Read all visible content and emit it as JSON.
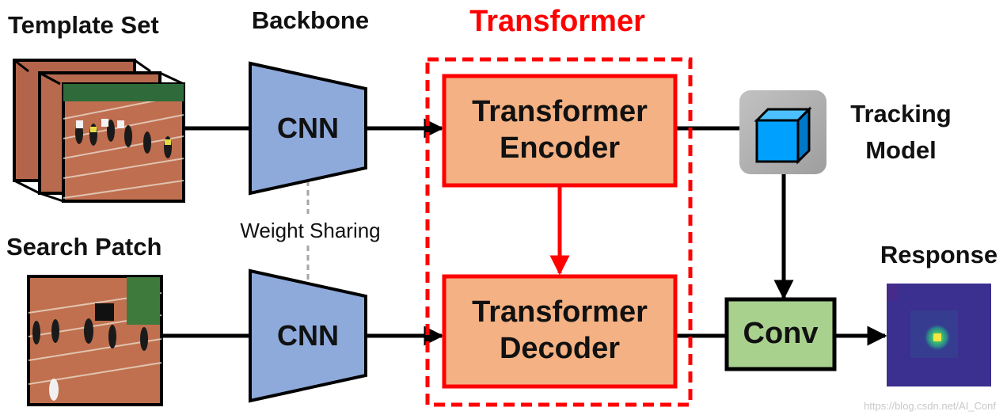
{
  "labels": {
    "template_set": "Template Set",
    "backbone": "Backbone",
    "transformer": "Transformer",
    "search_patch": "Search Patch",
    "weight_sharing": "Weight Sharing",
    "tracking_model_line1": "Tracking",
    "tracking_model_line2": "Model",
    "response": "Response"
  },
  "blocks": {
    "cnn_top": "CNN",
    "cnn_bottom": "CNN",
    "encoder_line1": "Transformer",
    "encoder_line2": "Encoder",
    "decoder_line1": "Transformer",
    "decoder_line2": "Decoder",
    "conv": "Conv"
  },
  "watermark": "https://blog.csdn.net/AI_Conf",
  "colors": {
    "cnn_fill": "#8eaadb",
    "cnn_stroke": "#000000",
    "transformer_fill": "#f4b183",
    "transformer_red": "#ff0000",
    "conv_fill": "#a9d18e",
    "tracking_bg": "#b0b0b0",
    "cube_blue": "#00a0ff",
    "heatmap_bg": "#3b2f8f",
    "heatmap_peak": "#f5e642"
  }
}
